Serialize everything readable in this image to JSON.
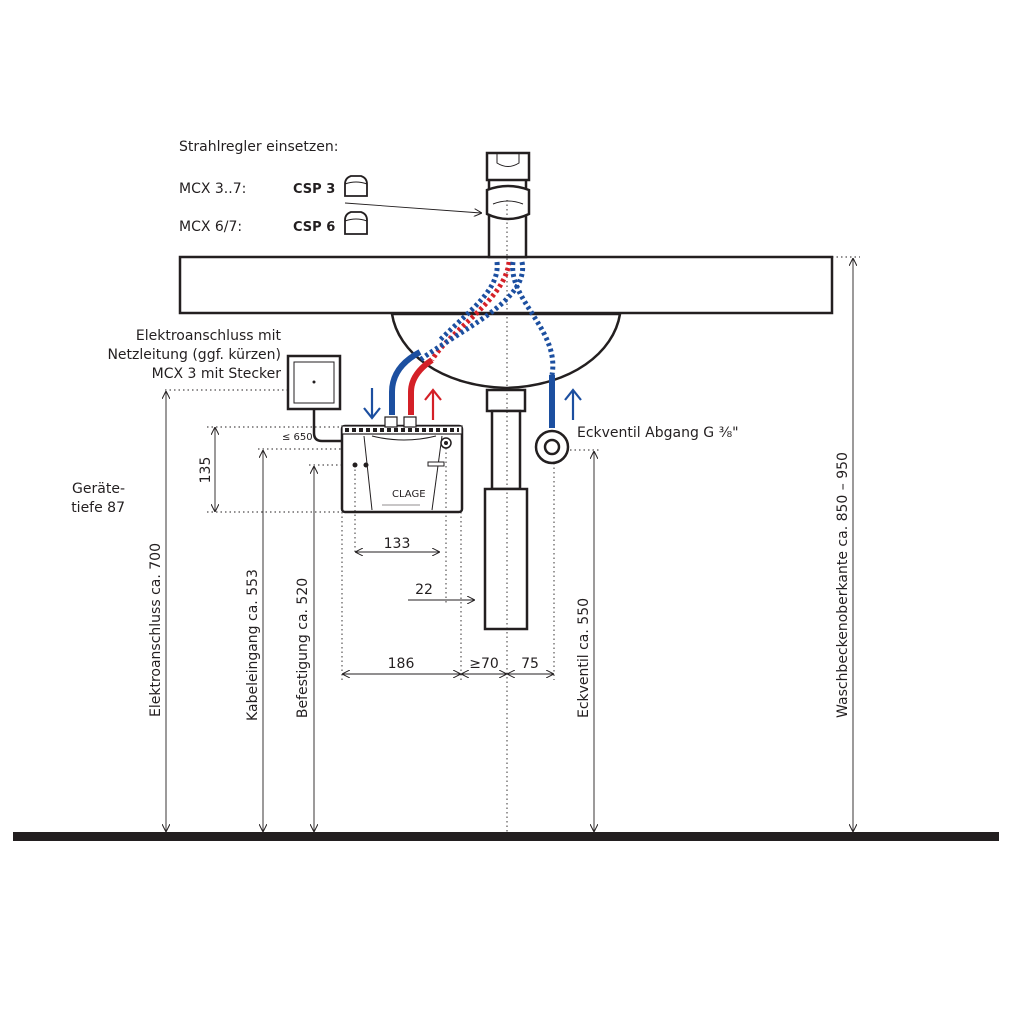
{
  "colors": {
    "cold": "#1c4fa0",
    "hot": "#d42027",
    "line": "#231f20"
  },
  "aerator": {
    "title": "Strahlregler einsetzen:",
    "rows": [
      {
        "model": "MCX 3..7:",
        "part": "CSP 3"
      },
      {
        "model": "MCX 6/7:",
        "part": "CSP 6"
      }
    ]
  },
  "electrical": {
    "line1": "Elektroanschluss mit",
    "line2": "Netzleitung (ggf. kürzen)",
    "line3": "MCX 3 mit Stecker"
  },
  "device_depth": {
    "line1": "Geräte-",
    "line2": "tiefe 87"
  },
  "valve_label": "Eckventil Abgang G ⅜\"",
  "heater_brand": "CLAGE",
  "dimensions": {
    "cable_max": "≤ 650",
    "height": "135",
    "width_inner": "133",
    "offset": "22",
    "width_total": "186",
    "gap": "≥70",
    "spacing": "75"
  },
  "vertical_labels": {
    "electrical": "Elektroanschluss ca. 700",
    "cable_entry": "Kabeleingang ca. 553",
    "mounting": "Befestigung ca. 520",
    "valve": "Eckventil ca. 550",
    "basin_top": "Waschbeckenoberkante ca. 850 – 950"
  }
}
